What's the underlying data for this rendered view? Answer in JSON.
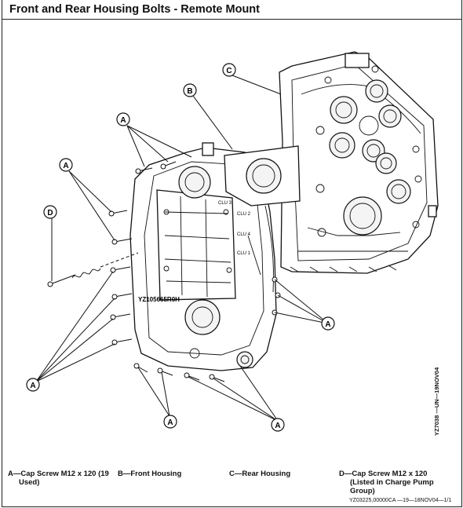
{
  "header": {
    "title": "Front and Rear Housing Bolts - Remote Mount"
  },
  "figure": {
    "callouts": [
      "A",
      "B",
      "C",
      "D"
    ],
    "part_marking": "YZ105665R0H",
    "port_labels": [
      "CLU 3",
      "CLU 2",
      "CLU 4",
      "CLU 1"
    ]
  },
  "legend": [
    {
      "line1": "A—Cap Screw M12 x 120 (19",
      "line2": "Used)",
      "line3": ""
    },
    {
      "line1": "B—Front Housing",
      "line2": "",
      "line3": ""
    },
    {
      "line1": "C—Rear Housing",
      "line2": "",
      "line3": ""
    },
    {
      "line1": "D—Cap Screw M12 x 120",
      "line2": "(Listed in Charge Pump",
      "line3": "Group)"
    }
  ],
  "side_code": "YZ7038 —UN—19NOV04",
  "footer_code": "YZ03225,00000CA  —19—18NOV04—1/1"
}
